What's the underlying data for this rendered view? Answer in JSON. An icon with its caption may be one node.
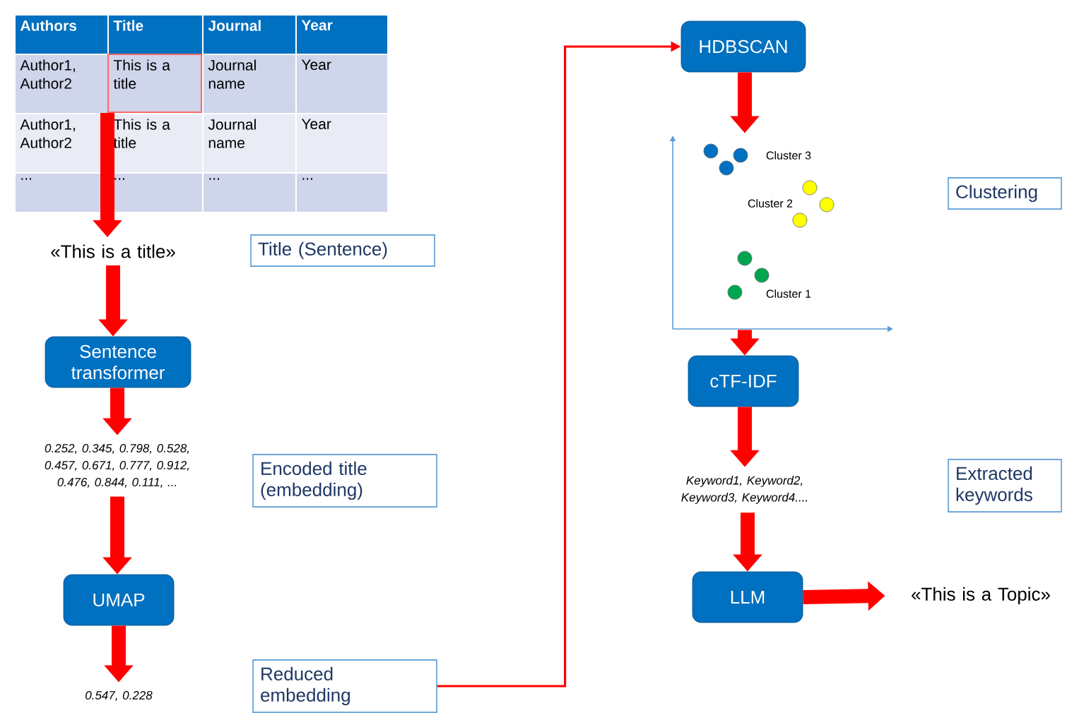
{
  "diagram": {
    "nodes": [
      {
        "text": [
          "This is a title"
        ]
      },
      {
        "text": [
          "«This is a title»"
        ]
      },
      {
        "text": [
          "Sentence transformer"
        ]
      },
      {
        "text": [
          "0.252, 0.345, 0.798, 0.528, 0.457, 0.671, 0.777, 0.912, 0.476, 0.844, 0.111, ..."
        ]
      },
      {
        "text": [
          "UMAP"
        ]
      },
      {
        "text": [
          "0.547, 0.228"
        ]
      },
      {
        "text": [
          "Reduced embedding"
        ]
      },
      {
        "text": [
          "HDBSCAN"
        ]
      },
      {
        "text": [],
        "shape": "picture"
      },
      {
        "text": [
          "cTF-IDF"
        ]
      },
      {
        "text": [
          "Keyword1, Keyword2, Keyword3, Keyword4...."
        ]
      },
      {
        "text": [
          "LLM"
        ]
      },
      {
        "text": [
          "«This is a Topic»"
        ]
      },
      {
        "text": [
          "Title (Sentence)"
        ]
      },
      {
        "text": [
          "Encoded title (embedding)"
        ]
      },
      {
        "text": [
          "Clustering"
        ]
      },
      {
        "text": [
          "Extracted keywords"
        ]
      }
    ],
    "edges": [
      {
        "from": 0,
        "to": 1,
        "arrow": "to"
      },
      {
        "from": 1,
        "to": 2,
        "arrow": "to"
      },
      {
        "from": 2,
        "to": 3,
        "arrow": "to"
      },
      {
        "from": 3,
        "to": 4,
        "arrow": "to"
      },
      {
        "from": 4,
        "to": 5,
        "arrow": "to"
      },
      {
        "from": 6,
        "to": 7,
        "arrow": "to"
      },
      {
        "from": 7,
        "to": 8,
        "arrow": "to"
      },
      {
        "from": 8,
        "to": 9,
        "arrow": "to"
      },
      {
        "from": 9,
        "to": 10,
        "arrow": "to"
      },
      {
        "from": 10,
        "to": 11,
        "arrow": "to"
      },
      {
        "from": 11,
        "to": 12,
        "arrow": "to"
      }
    ],
    "labels": [
      "Authors",
      "Title",
      "Journal",
      "Year",
      "Author1, Author2",
      "Journal name",
      "Year",
      "Author1, Author2",
      "This is a title",
      "Journal name",
      "Year",
      "...",
      "...",
      "...",
      "...",
      "Cluster 3",
      "Cluster 2",
      "Cluster 1"
    ]
  }
}
